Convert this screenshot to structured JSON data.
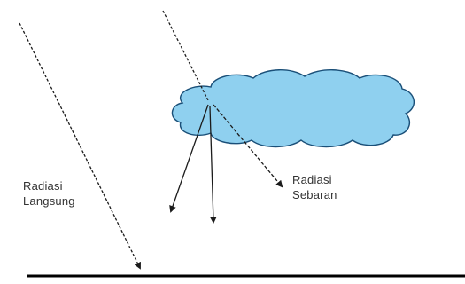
{
  "labels": {
    "direct": {
      "line1": "Radiasi",
      "line2": "Langsung"
    },
    "diffuse": {
      "line1": "Radiasi",
      "line2": "Sebaran"
    }
  },
  "colors": {
    "cloud_fill": "#8fd0ef",
    "cloud_stroke": "#1a4f78",
    "ray": "#1b1b1b",
    "ground": "#000000",
    "text": "#333333"
  }
}
